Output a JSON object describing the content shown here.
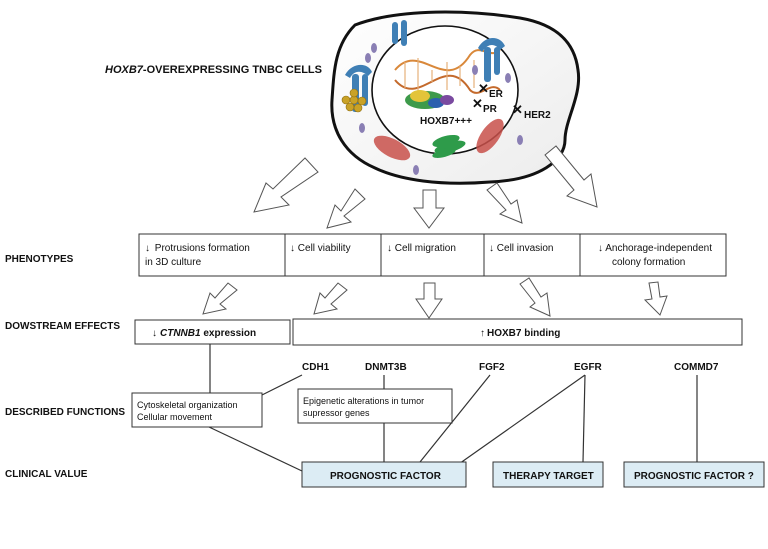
{
  "title": {
    "gene": "HOXB7",
    "rest": "-OVEREXPRESSING TNBC CELLS"
  },
  "cell": {
    "nucleus_label": "HOXB7+++",
    "receptors": {
      "er": "ER",
      "pr": "PR",
      "her2": "HER2"
    }
  },
  "rows": {
    "phenotypes": "PHENOTYPES",
    "downstream": "DOWSTREAM EFFECTS",
    "functions": "DESCRIBED FUNCTIONS",
    "clinical": "CLINICAL VALUE"
  },
  "phenotypes": [
    {
      "line1": "Protrusions formation",
      "line2": "in 3D culture"
    },
    {
      "line1": "Cell viability"
    },
    {
      "line1": "Cell migration"
    },
    {
      "line1": "Cell invasion"
    },
    {
      "line1": "Anchorage-independent",
      "line2": "colony formation"
    }
  ],
  "downstream": {
    "ctnnb1_gene": "CTNNB1",
    "ctnnb1_rest": " expression",
    "hoxb7_binding": "HOXB7 binding"
  },
  "genes": [
    "CDH1",
    "DNMT3B",
    "FGF2",
    "EGFR",
    "COMMD7"
  ],
  "functions": {
    "cyto": {
      "line1": "Cytoskeletal organization",
      "line2": "Cellular movement"
    },
    "epi": {
      "line1": "Epigenetic alterations in tumor",
      "line2": "supressor genes"
    }
  },
  "clinical": {
    "prognostic": "PROGNOSTIC FACTOR",
    "therapy": "THERAPY TARGET",
    "prognostic_q": "PROGNOSTIC FACTOR ?"
  },
  "colors": {
    "clinical_fill": "#dcecf4",
    "membrane_blue": "#3f7fb5",
    "mito_red": "#c8504a",
    "er_green": "#2e9b4a",
    "vesicle_gold": "#c9a227",
    "vesicle_purple": "#8a7fb4"
  }
}
